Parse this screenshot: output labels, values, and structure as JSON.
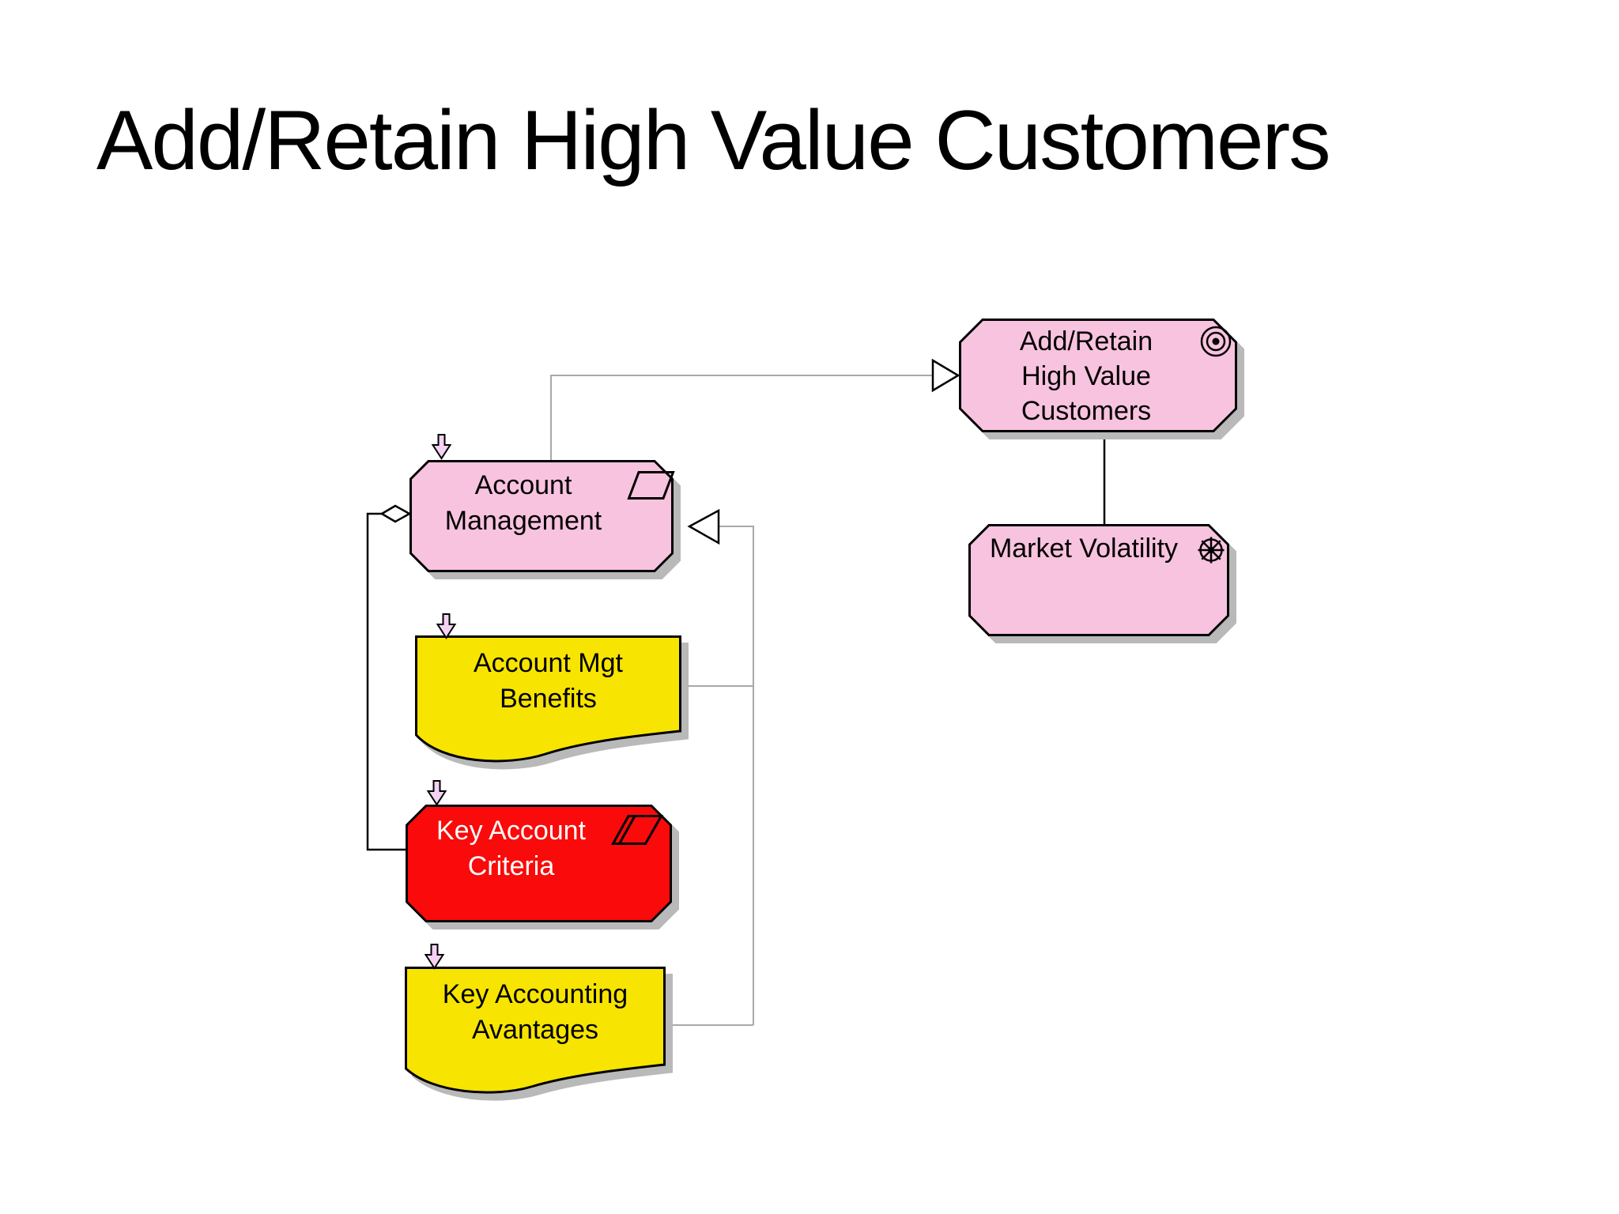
{
  "title": "Add/Retain High Value Customers",
  "colors": {
    "pink": "#f8c3df",
    "yellow": "#f7e400",
    "red": "#fa0a0a",
    "arrow_pink": "#f5d2f3",
    "shadow": "#b9b9b9",
    "line_gray": "#a8a8a8",
    "line_black": "#000000",
    "text_dark": "#000000",
    "text_light": "#ffffff",
    "background": "#ffffff"
  },
  "nodes": {
    "goal": {
      "label": "Add/Retain\nHigh Value\nCustomers",
      "icon": "goal-icon"
    },
    "function": {
      "label": "Account\nManagement",
      "icon": "parallelogram-icon"
    },
    "driver": {
      "label": "Market Volatility",
      "icon": "wheel-icon"
    },
    "benefits": {
      "label": "Account Mgt\nBenefits"
    },
    "criteria": {
      "label": "Key Account\nCriteria",
      "icon": "representation-icon"
    },
    "avantages": {
      "label": "Key Accounting\nAvantages"
    }
  }
}
